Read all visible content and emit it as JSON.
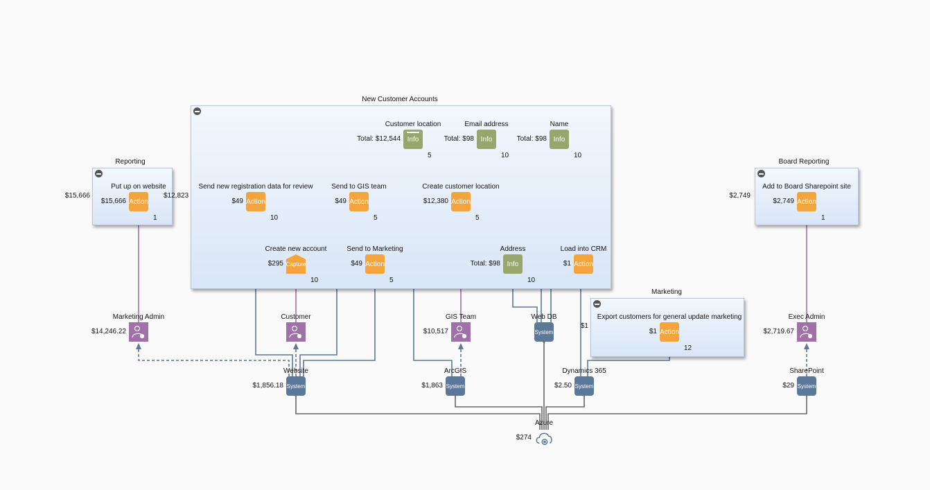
{
  "colors": {
    "action": "#f3a43c",
    "info": "#97a66d",
    "system": "#5b7898",
    "person": "#a070a8",
    "flow": "#5b7898",
    "ownership": "#a070a8",
    "hosting": "#666666"
  },
  "groups": [
    {
      "id": "new-customer-accounts",
      "title": "New Customer Accounts"
    },
    {
      "id": "reporting",
      "title": "Reporting",
      "outside_left": "$15,666",
      "outside_right": "$12,823"
    },
    {
      "id": "board-reporting",
      "title": "Board Reporting",
      "outside_left": "$2,749"
    },
    {
      "id": "marketing",
      "title": "Marketing",
      "outside_left": "$1"
    }
  ],
  "nodes": [
    {
      "label": "Customer location",
      "type": "info",
      "icon_text": "Info",
      "value": "Total: $12,544",
      "count": "5"
    },
    {
      "label": "Email address",
      "type": "info",
      "icon_text": "Info",
      "value": "Total: $98",
      "count": "10"
    },
    {
      "label": "Name",
      "type": "info",
      "icon_text": "Info",
      "value": "Total: $98",
      "count": "10"
    },
    {
      "label": "Send new registration data for review",
      "type": "action",
      "icon_text": "Action",
      "value": "$49",
      "count": "10"
    },
    {
      "label": "Send to GIS team",
      "type": "action",
      "icon_text": "Action",
      "value": "$49",
      "count": "5"
    },
    {
      "label": "Create customer location",
      "type": "action",
      "icon_text": "Action",
      "value": "$12,380",
      "count": "5"
    },
    {
      "label": "Create new account",
      "type": "capture",
      "icon_text": "Capture",
      "value": "$295",
      "count": "10"
    },
    {
      "label": "Send to Marketing",
      "type": "action",
      "icon_text": "Action",
      "value": "$49",
      "count": "5"
    },
    {
      "label": "Address",
      "type": "info",
      "icon_text": "Info",
      "value": "Total: $98",
      "count": "10"
    },
    {
      "label": "Load into CRM",
      "type": "action",
      "icon_text": "Action",
      "value": "$1",
      "count": ""
    },
    {
      "label": "Put up on website",
      "type": "action",
      "icon_text": "Action",
      "value": "$15,666",
      "count": "1"
    },
    {
      "label": "Add to Board Sharepoint site",
      "type": "action",
      "icon_text": "Action",
      "value": "$2,749",
      "count": "1"
    },
    {
      "label": "Export customers for general update marketing",
      "type": "action",
      "icon_text": "Action",
      "value": "$1",
      "count": "12"
    },
    {
      "label": "Marketing Admin",
      "type": "person",
      "icon": "user-gear-icon",
      "value": "$14,246.22"
    },
    {
      "label": "Customer",
      "type": "person",
      "icon": "user-gear-icon",
      "value": ""
    },
    {
      "label": "GIS Team",
      "type": "person",
      "icon": "user-gear-icon",
      "value": "$10,517"
    },
    {
      "label": "Exec Admin",
      "type": "person",
      "icon": "user-gear-icon",
      "value": "$2,719.67"
    },
    {
      "label": "Web DB",
      "type": "system",
      "icon_text": "System",
      "value": ""
    },
    {
      "label": "Website",
      "type": "system",
      "icon_text": "System",
      "value": "$1,856.18"
    },
    {
      "label": "ArcGIS",
      "type": "system",
      "icon_text": "System",
      "value": "$1,863"
    },
    {
      "label": "Dynamics 365",
      "type": "system",
      "icon_text": "System",
      "value": "$2.50"
    },
    {
      "label": "SharePoint",
      "type": "system",
      "icon_text": "System",
      "value": "$29"
    },
    {
      "label": "Azure",
      "type": "cloud",
      "icon": "cloud-gear-icon",
      "value": "$274"
    }
  ]
}
